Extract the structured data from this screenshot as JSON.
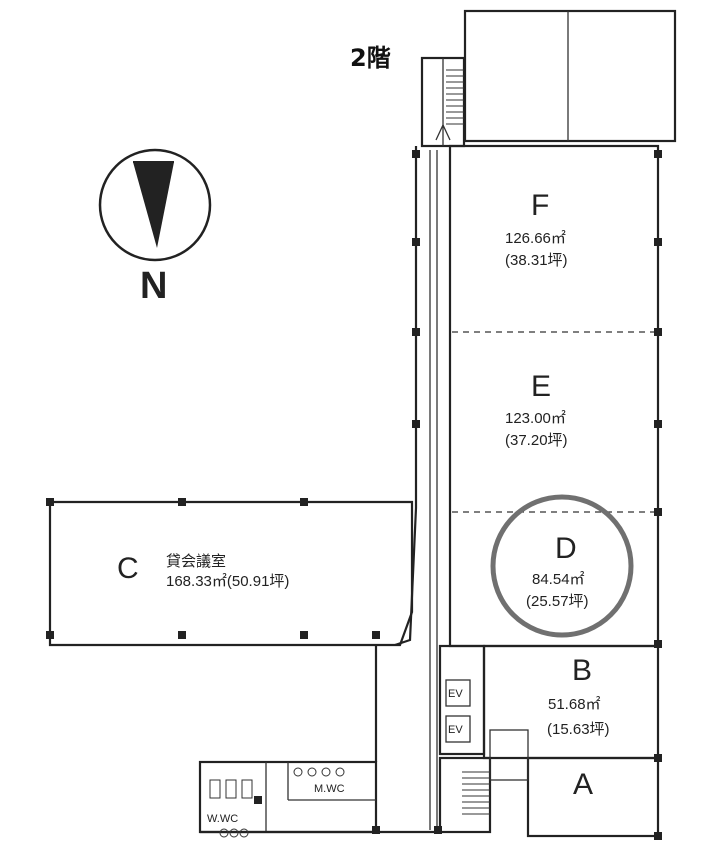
{
  "floor_label": "2階",
  "compass": {
    "label": "N",
    "icon": "north-arrow-icon"
  },
  "units": [
    {
      "id": "F",
      "letter": "F",
      "area_m2": "126.66㎡",
      "area_tsubo": "(38.31坪)"
    },
    {
      "id": "E",
      "letter": "E",
      "area_m2": "123.00㎡",
      "area_tsubo": "(37.20坪)"
    },
    {
      "id": "D",
      "letter": "D",
      "area_m2": "84.54㎡",
      "area_tsubo": "(25.57坪)",
      "highlighted": true
    },
    {
      "id": "C",
      "letter": "C",
      "name": "貸会議室",
      "area": "168.33㎡(50.91坪)"
    },
    {
      "id": "B",
      "letter": "B",
      "area_m2": "51.68㎡",
      "area_tsubo": "(15.63坪)"
    },
    {
      "id": "A",
      "letter": "A"
    }
  ],
  "elevators": [
    "EV",
    "EV"
  ],
  "restrooms": {
    "mens": "M.WC",
    "womens": "W.WC"
  },
  "colors": {
    "ink": "#222222",
    "highlight_circle": "#707070",
    "background": "#ffffff"
  }
}
